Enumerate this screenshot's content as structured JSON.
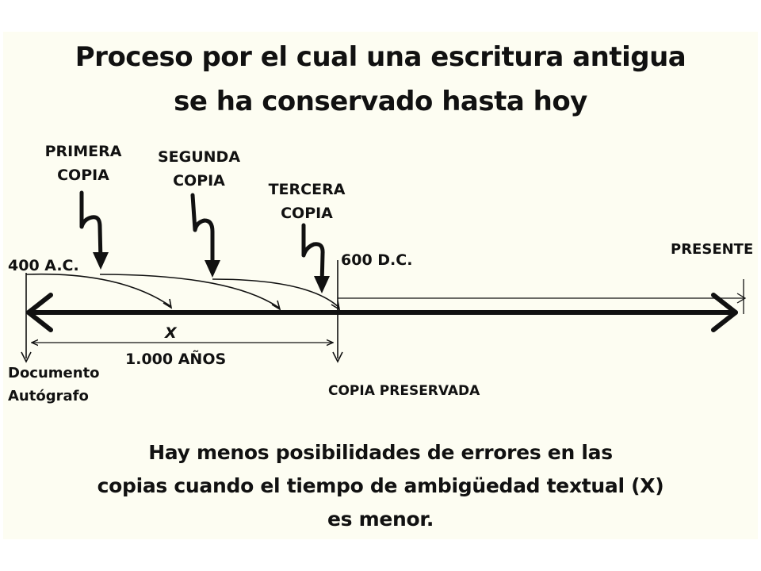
{
  "title": {
    "line1": "Proceso por el cual una escritura antigua",
    "line2": "se ha conservado hasta hoy"
  },
  "copies": {
    "first": {
      "line1": "PRIMERA",
      "line2": "COPIA"
    },
    "second": {
      "line1": "SEGUNDA",
      "line2": "COPIA"
    },
    "third": {
      "line1": "TERCERA",
      "line2": "COPIA"
    }
  },
  "timeline": {
    "start_label": "400 A.C.",
    "end_label": "600 D.C.",
    "present_label": "PRESENTE",
    "gap_label": "X",
    "span_label": "1.000 AÑOS",
    "autograph_line1": "Documento",
    "autograph_line2": "Autógrafo",
    "preserved_label": "COPIA PRESERVADA"
  },
  "footnote": {
    "line1": "Hay menos posibilidades de errores en las",
    "line2": "copias cuando el tiempo de ambigüedad textual (X)",
    "line3": "es menor."
  },
  "colors": {
    "background": "#fdfdf2",
    "ink": "#111111"
  }
}
